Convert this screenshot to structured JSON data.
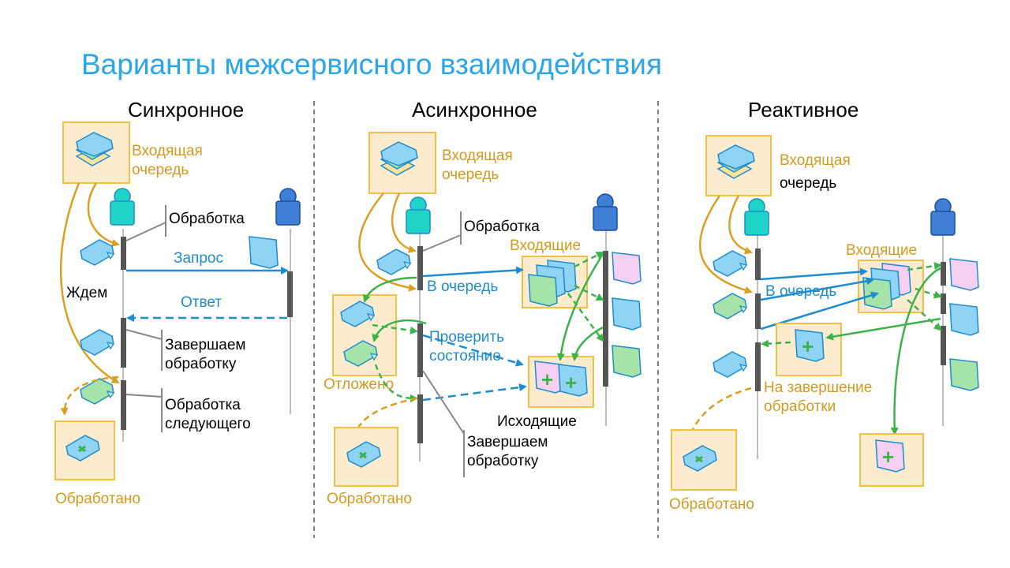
{
  "title": "Варианты межсервисного взаимодействия",
  "colors": {
    "title": "#2AA7E8",
    "box_fill": "#FCEBCD",
    "box_border": "#F2C047",
    "orange_arrow": "#D9A023",
    "blue_arrow": "#1E8CD0",
    "green_arrow": "#3DB24A",
    "service_consumer": "#1FD3C6",
    "service_provider": "#3F7FD6",
    "lifeline_active": "#555555",
    "msg_blue": "#8FD3F5",
    "msg_green": "#A6E3A8",
    "msg_pink": "#F6D0F3",
    "msg_yellow": "#FFE39A"
  },
  "icons": [
    "service-person-icon",
    "message-icon",
    "queue-stack-icon",
    "processed-message-icon",
    "plus-icon"
  ],
  "sync": {
    "heading": "Синхронное",
    "incoming_queue": "Входящая\nочередь",
    "processing": "Обработка",
    "request": "Запрос",
    "wait": "Ждем",
    "response": "Ответ",
    "finish": "Завершаем\nобработку",
    "next": "Обработка\nследующего",
    "processed": "Обработано"
  },
  "async": {
    "heading": "Асинхронное",
    "incoming_queue": "Входящая\nочередь",
    "processing": "Обработка",
    "incoming": "Входящие",
    "to_queue": "В очередь",
    "check_state": "Проверить\nсостояние",
    "deferred": "Отложено",
    "outgoing": "Исходящие",
    "finish": "Завершаем\nобработку",
    "processed": "Обработано"
  },
  "reactive": {
    "heading": "Реактивное",
    "incoming_queue_line1": "Входящая",
    "incoming_queue_line2": "очередь",
    "incoming": "Входящие",
    "to_queue": "В очередь",
    "on_complete": "На завершение\nобработки",
    "processed": "Обработано"
  }
}
